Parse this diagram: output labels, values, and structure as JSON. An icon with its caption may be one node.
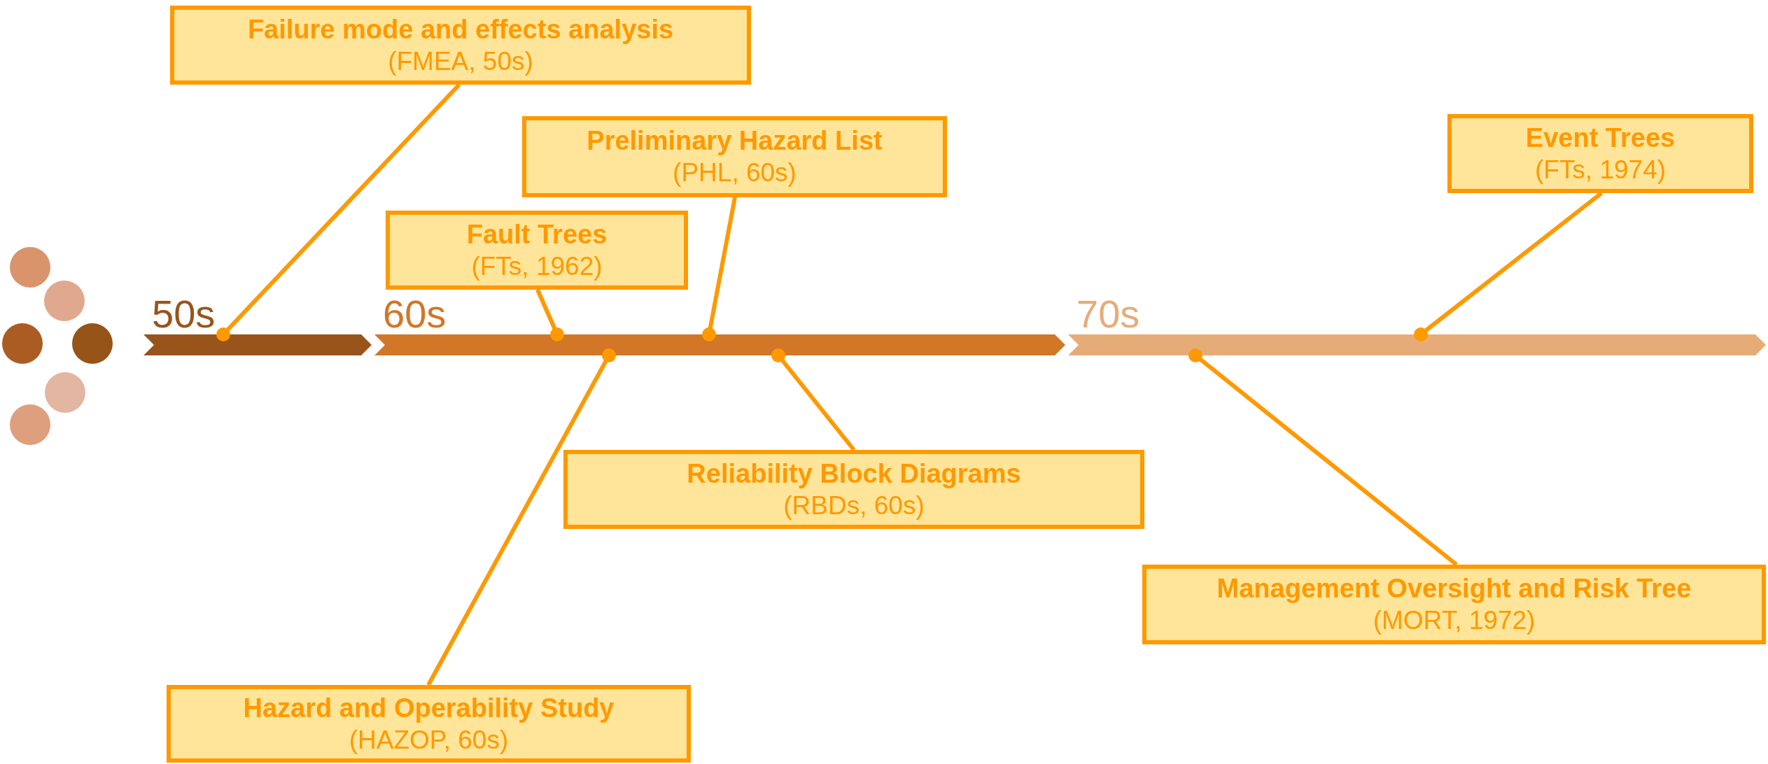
{
  "diagram": {
    "nodes": [
      {
        "text": [
          "Failure mode and effects analysis",
          "(FMEA, 50s)"
        ]
      },
      {
        "text": [
          "Event Trees",
          "(FTs, 1974)"
        ]
      },
      {
        "text": [
          "Preliminary Hazard List",
          "(PHL, 60s)"
        ]
      },
      {
        "text": [
          "Fault Trees",
          "(FTs, 1962)"
        ]
      },
      {
        "text": [
          "50s"
        ]
      },
      {
        "text": [
          "60s"
        ]
      },
      {
        "text": [
          "70s"
        ]
      },
      {
        "text": [
          "Reliability Block Diagrams",
          "(RBDs, 60s)"
        ]
      },
      {
        "text": [
          "Management Oversight and Risk Tree",
          "(MORT, 1972)"
        ]
      },
      {
        "text": [
          "Hazard and Operability Study",
          "(HAZOP, 60s)"
        ]
      }
    ],
    "edges": [
      {
        "from": 0,
        "to": 4,
        "arrow": "other"
      },
      {
        "from": 1,
        "to": 6,
        "arrow": "other"
      },
      {
        "from": 2,
        "to": 5,
        "arrow": "other"
      },
      {
        "from": 3,
        "to": 5,
        "arrow": "other"
      },
      {
        "from": 7,
        "to": 5,
        "arrow": "other"
      },
      {
        "from": 8,
        "to": 6,
        "arrow": "other"
      },
      {
        "from": 9,
        "to": 5,
        "arrow": "other"
      }
    ]
  }
}
